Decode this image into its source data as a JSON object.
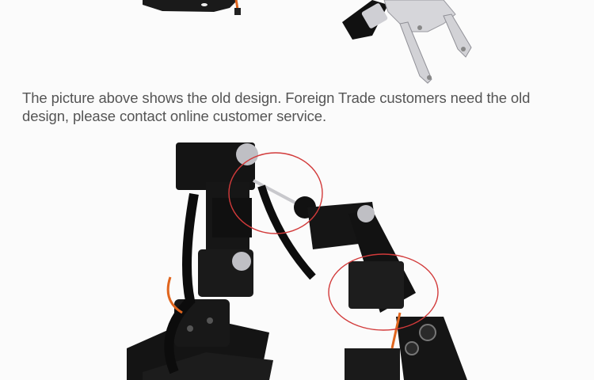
{
  "caption": {
    "text": "The picture above shows the old design. Foreign Trade customers need the old design, please contact online customer service."
  },
  "images": {
    "top": {
      "description": "Old design robot arm parts: black base plate with servo wire, silver aluminum gripper claw"
    },
    "main": {
      "description": "Black 6-DOF robotic arm with servos, with two red circles highlighting joints"
    }
  },
  "colors": {
    "background": "#fbfbfb",
    "caption_text": "#555555",
    "highlight_circle": "#d23a3a",
    "arm_black": "#151515",
    "silver": "#c8c8cc",
    "wire_orange": "#e0651e"
  }
}
